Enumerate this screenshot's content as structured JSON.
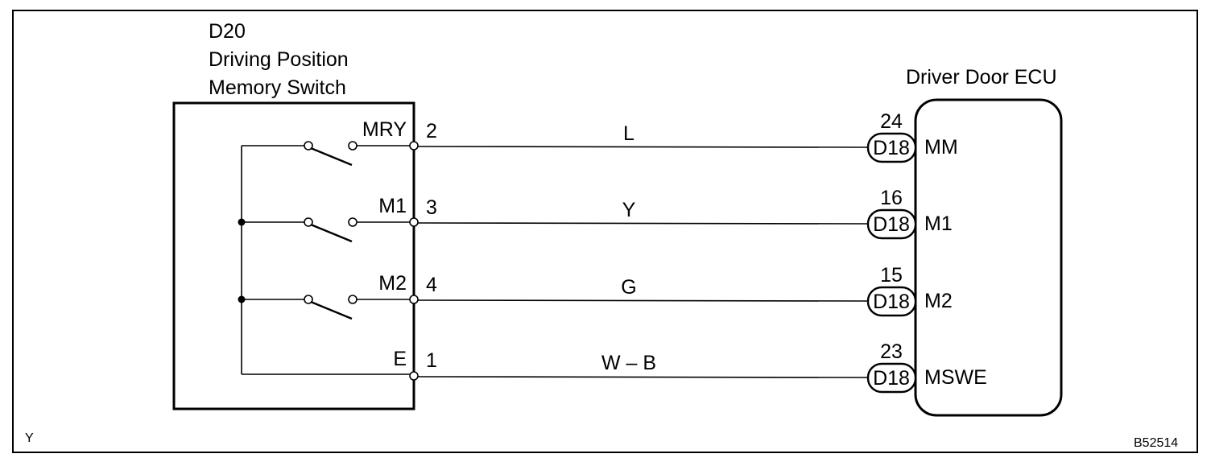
{
  "switch": {
    "code": "D20",
    "name_line1": "Driving Position",
    "name_line2": "Memory Switch"
  },
  "ecu": {
    "name": "Driver Door ECU",
    "connector": "D18"
  },
  "circuits": [
    {
      "switch_terminal": "MRY",
      "pin": "2",
      "wire": "L",
      "ecu_pin": "24",
      "ecu_terminal": "MM",
      "has_switch": true,
      "junction": false
    },
    {
      "switch_terminal": "M1",
      "pin": "3",
      "wire": "Y",
      "ecu_pin": "16",
      "ecu_terminal": "M1",
      "has_switch": true,
      "junction": true
    },
    {
      "switch_terminal": "M2",
      "pin": "4",
      "wire": "G",
      "ecu_pin": "15",
      "ecu_terminal": "M2",
      "has_switch": true,
      "junction": true
    },
    {
      "switch_terminal": "E",
      "pin": "1",
      "wire": "W – B",
      "ecu_pin": "23",
      "ecu_terminal": "MSWE",
      "has_switch": false,
      "junction": false
    }
  ],
  "footer": {
    "left": "Y",
    "right": "B52514"
  }
}
